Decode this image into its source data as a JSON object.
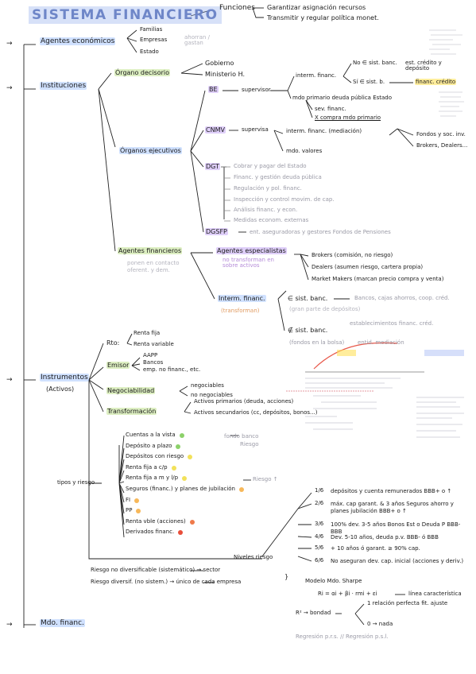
{
  "title": "SISTEMA FINANCIERO",
  "funciones": {
    "label": "Funciones",
    "items": [
      "Garantizar asignación recursos",
      "Transmitir y regular política monet."
    ]
  },
  "agentes_economicos": {
    "label": "Agentes económicos",
    "items": [
      "Familias",
      "Empresas",
      "Estado"
    ],
    "note": "ahorran / gastan"
  },
  "instituciones": {
    "label": "Instituciones",
    "organo_decisorio": {
      "label": "Órgano decisorio",
      "items": [
        "Gobierno",
        "Ministerio H."
      ]
    },
    "be": {
      "label": "BE",
      "supervisor": "supervisor",
      "intern": "interm. financ.",
      "no_sist": "No ∈ sist. banc.",
      "est_credito": "est. crédito y depósito",
      "si_sist": "Sí ∈ sist. b.",
      "financ_credito": "financ. crédito",
      "mdo_primario": "mdo primario deuda pública Estado",
      "sev_financ": "sev. financ.",
      "x_compra": "X compra mdo primario"
    },
    "organos_ejecutivos": {
      "label": "Órganos ejecutivos",
      "cnmv": {
        "label": "CNMV",
        "supervisa": "supervisa",
        "interm": "interm. financ. (mediación)",
        "mdo_valores": "mdo. valores",
        "fondos": "Fondos y soc. inv.",
        "brokers": "Brokers, Dealers..."
      },
      "dgt": {
        "label": "DGT",
        "items": [
          "Cobrar y pagar del Estado",
          "Financ. y gestión deuda pública",
          "Regulación y pol. financ.",
          "Inspección y control movim. de cap.",
          "Análisis financ. y econ.",
          "Medidas econom. externas"
        ]
      },
      "dgsfp": {
        "label": "DGSFP",
        "text": "ent. aseguradoras y gestores Fondos de Pensiones"
      }
    },
    "agentes_financieros": {
      "label": "Agentes financieros",
      "note": "ponen en contacto oferent. y dem.",
      "especialistas": {
        "label": "Agentes especialistas",
        "note": "no transforman en sobre activos",
        "items": [
          "Brokers (comisión, no riesgo)",
          "Dealers (asumen riesgo, cartera propia)",
          "Market Makers (marcan precio compra y venta)"
        ]
      },
      "interm": {
        "label": "Interm. financ.",
        "note": "(transforman)",
        "si_banc": "∈ sist. banc.",
        "si_banc_note": "Bancos, cajas ahorros, coop. créd.",
        "si_banc_sub": "(gran parte de depósitos)",
        "no_banc": "∉ sist. banc.",
        "no_banc_note": "(fondos en la bolsa)",
        "no_banc_items": [
          "establecimientos financ. créd.",
          "entid. mediación"
        ]
      }
    }
  },
  "instrumentos": {
    "label": "Instrumentos",
    "sub": "(Activos)",
    "rto": {
      "label": "Rto:",
      "items": [
        "Renta fija",
        "Renta variable"
      ]
    },
    "emisor": {
      "label": "Emisor",
      "items": [
        "AAPP",
        "Bancos",
        "emp. no financ., etc."
      ]
    },
    "negociabilidad": {
      "label": "Negociabilidad",
      "items": [
        "negociables",
        "no negociables"
      ]
    },
    "transformacion": {
      "label": "Transformación",
      "items": [
        "Activos primarios (deuda, acciones)",
        "Activos secundarios (cc, depósitos, bonos...)"
      ]
    },
    "tipos_riesgo": {
      "label": "tipos y riesgo",
      "items": [
        {
          "text": "Cuentas a la vista",
          "color": "#8cd16a"
        },
        {
          "text": "Depósito a plazo",
          "color": "#8cd16a"
        },
        {
          "text": "Depósitos con riesgo",
          "color": "#f2e15a"
        },
        {
          "text": "Renta fija a c/p",
          "color": "#f2e15a"
        },
        {
          "text": "Renta fija a m y l/p",
          "color": "#f2e15a"
        },
        {
          "text": "Seguros (financ.) y planes de jubilación",
          "color": "#f7b85a"
        },
        {
          "text": "FI",
          "color": "#f7b85a"
        },
        {
          "text": "PP",
          "color": "#f7b85a"
        },
        {
          "text": "Renta vble (acciones)",
          "color": "#ef7a4a"
        },
        {
          "text": "Derivados financ.",
          "color": "#e84e3a"
        }
      ],
      "note_banco": "fondo banco",
      "riesgo": "Riesgo",
      "riesgo_t": "Riesgo ↑",
      "niveles": "Niveles riesgo",
      "levels": [
        {
          "k": "1/6",
          "t": "depósitos y cuenta remunerados BBB+ o ↑"
        },
        {
          "k": "2/6",
          "t": "máx. cap garant. & 3 años Seguros ahorro y planes jubilación BBB+ o ↑"
        },
        {
          "k": "3/6",
          "t": "100% dev. 3-5 años Bonos Est o Deuda P BBB-BBB"
        },
        {
          "k": "4/6",
          "t": "Dev. 5-10 años, deuda p.v. BBB- ó BBB"
        },
        {
          "k": "5/6",
          "t": "+ 10 años ó garant. ≥ 90% cap."
        },
        {
          "k": "6/6",
          "t": "No aseguran dev. cap. inicial (acciones y deriv.)"
        }
      ],
      "riesgo_no_div": "Riesgo no diversificable (sistemático) → sector",
      "riesgo_div": "Riesgo diversif. (no sistem.) → único de cada empresa",
      "modelo": "Modelo Mdo. Sharpe",
      "formula": "Ri = αi + βi · rmi + εi",
      "linea": "línea característica",
      "bondad": "R² → bondad",
      "relacion": "1 relación perfecta fit. ajuste",
      "nada": "0 → nada",
      "regresion": "Regresión p.r.s. // Regresión p.s.l."
    }
  },
  "mdo_financ": {
    "label": "Mdo. financ."
  }
}
